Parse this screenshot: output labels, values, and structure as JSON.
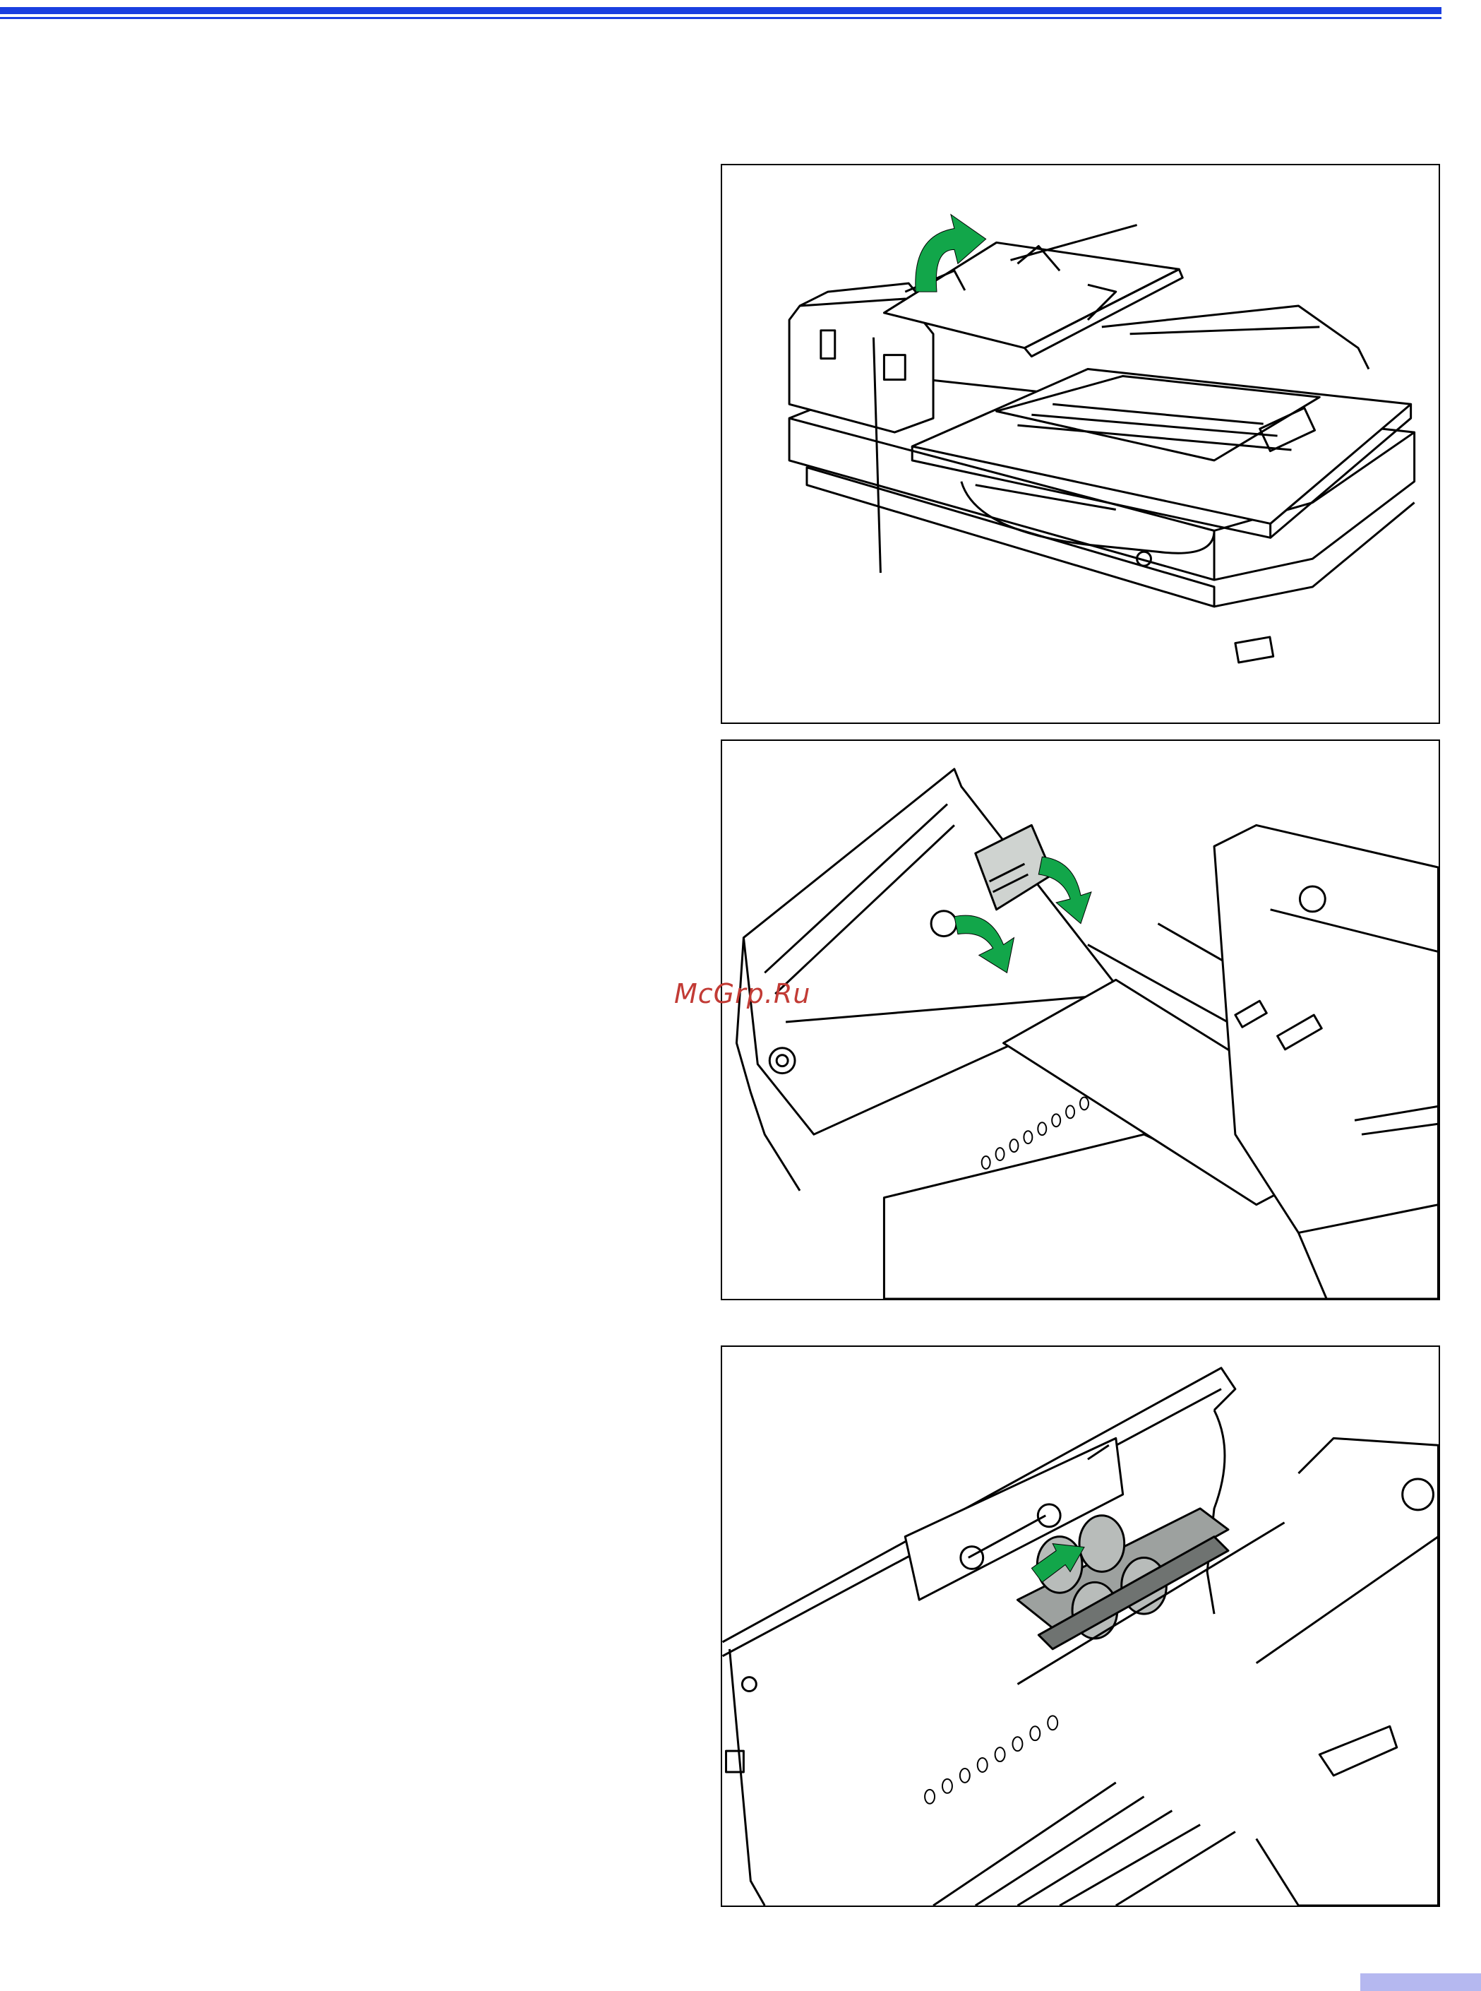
{
  "page": {
    "accent_color": "#1a3fe0",
    "tab_color": "#b5b8f0",
    "figure_border_color": "#000000",
    "arrow_color": "#12a64a"
  },
  "watermark": {
    "text": "McGrp.Ru",
    "color": "#c23b35"
  },
  "figures": [
    {
      "illustration": "scanner-adf-open-cover"
    },
    {
      "illustration": "adf-cover-open-roller-release"
    },
    {
      "illustration": "roller-module-removal"
    }
  ]
}
